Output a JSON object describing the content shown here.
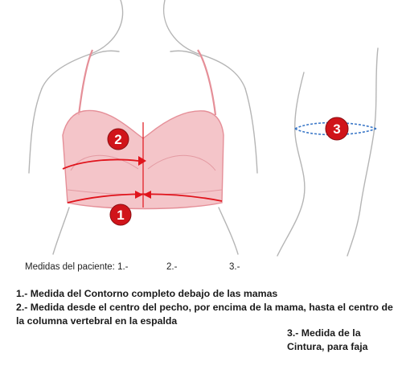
{
  "form": {
    "label": "Medidas del paciente: 1.-",
    "field_2": "2.-",
    "field_3": "3.-"
  },
  "instructions": {
    "item_1": "1.- Medida del Contorno completo debajo de las mamas",
    "item_2": "2.- Medida desde el centro del pecho, por encima de la mama, hasta el centro de la columna vertebral en la espalda",
    "item_3": "3.- Medida de la Cintura, para faja"
  },
  "markers": {
    "m1": "1",
    "m2": "2",
    "m3": "3"
  },
  "colors": {
    "bra_fill": "#f2b8bd",
    "bra_stroke": "#e58f98",
    "measure_red": "#e0141c",
    "badge_fill": "#d0141a",
    "waist_band": "#3b78c8",
    "body_outline": "#b5b5b5"
  }
}
